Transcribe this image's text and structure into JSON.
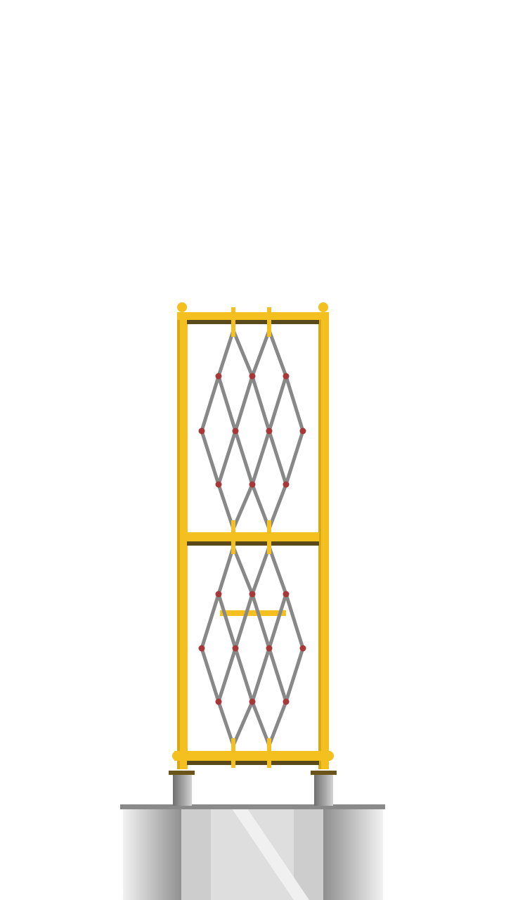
{
  "scene": {
    "background": "#ffffff",
    "structure": "scissor-lift-tower",
    "frame_color": "#f4c020",
    "frame_shadow_color": "#5a4a1a",
    "scissor_arm_color": "#888888",
    "joint_color": "#a83838",
    "pedestal_color": "#c8c8c8",
    "lift_sections": 2,
    "scissor_stages_per_section": 3
  }
}
